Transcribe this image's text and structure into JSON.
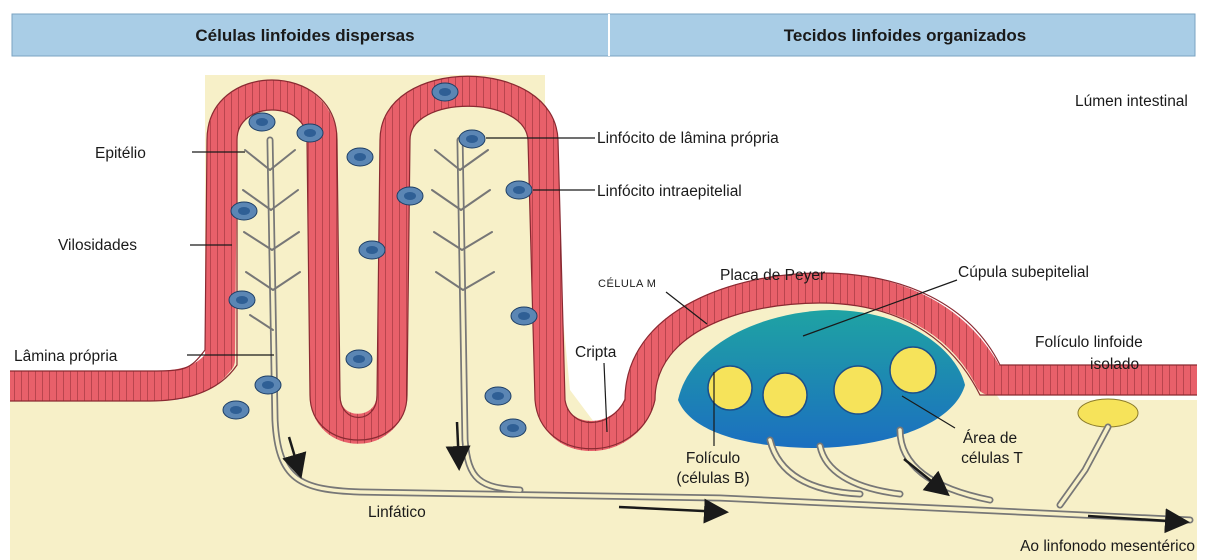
{
  "header": {
    "left_title": "Células linfoides dispersas",
    "right_title": "Tecidos linfoides organizados"
  },
  "labels": {
    "lumen": "Lúmen intestinal",
    "epitelio": "Epitélio",
    "vilosidades": "Vilosidades",
    "lamina_propria": "Lâmina própria",
    "linfocito_lamina": "Linfócito de lâmina própria",
    "linfocito_intra": "Linfócito intraepitelial",
    "celula_m": "CÉLULA M",
    "placa_peyer": "Placa de Peyer",
    "cupula": "Cúpula subepitelial",
    "foliculo_isolado_1": "Folículo linfoide",
    "foliculo_isolado_2": "isolado",
    "cripta": "Cripta",
    "foliculo_1": "Folículo",
    "foliculo_2": "(células B)",
    "area_t_1": "Área de",
    "area_t_2": "células T",
    "linfatico": "Linfático",
    "linfonodo": "Ao linfonodo mesentérico"
  },
  "colors": {
    "header_fill": "#a9cde6",
    "epithelium": "#e8606a",
    "epithelium_line": "#8a2a32",
    "tissue": "#f7f0c8",
    "lymphocyte_outer": "#5b86b4",
    "lymphocyte_inner": "#2f5f95",
    "dome_top": "#1fa3a3",
    "dome_bottom": "#1b6fc0",
    "follicle": "#f6e35a"
  }
}
